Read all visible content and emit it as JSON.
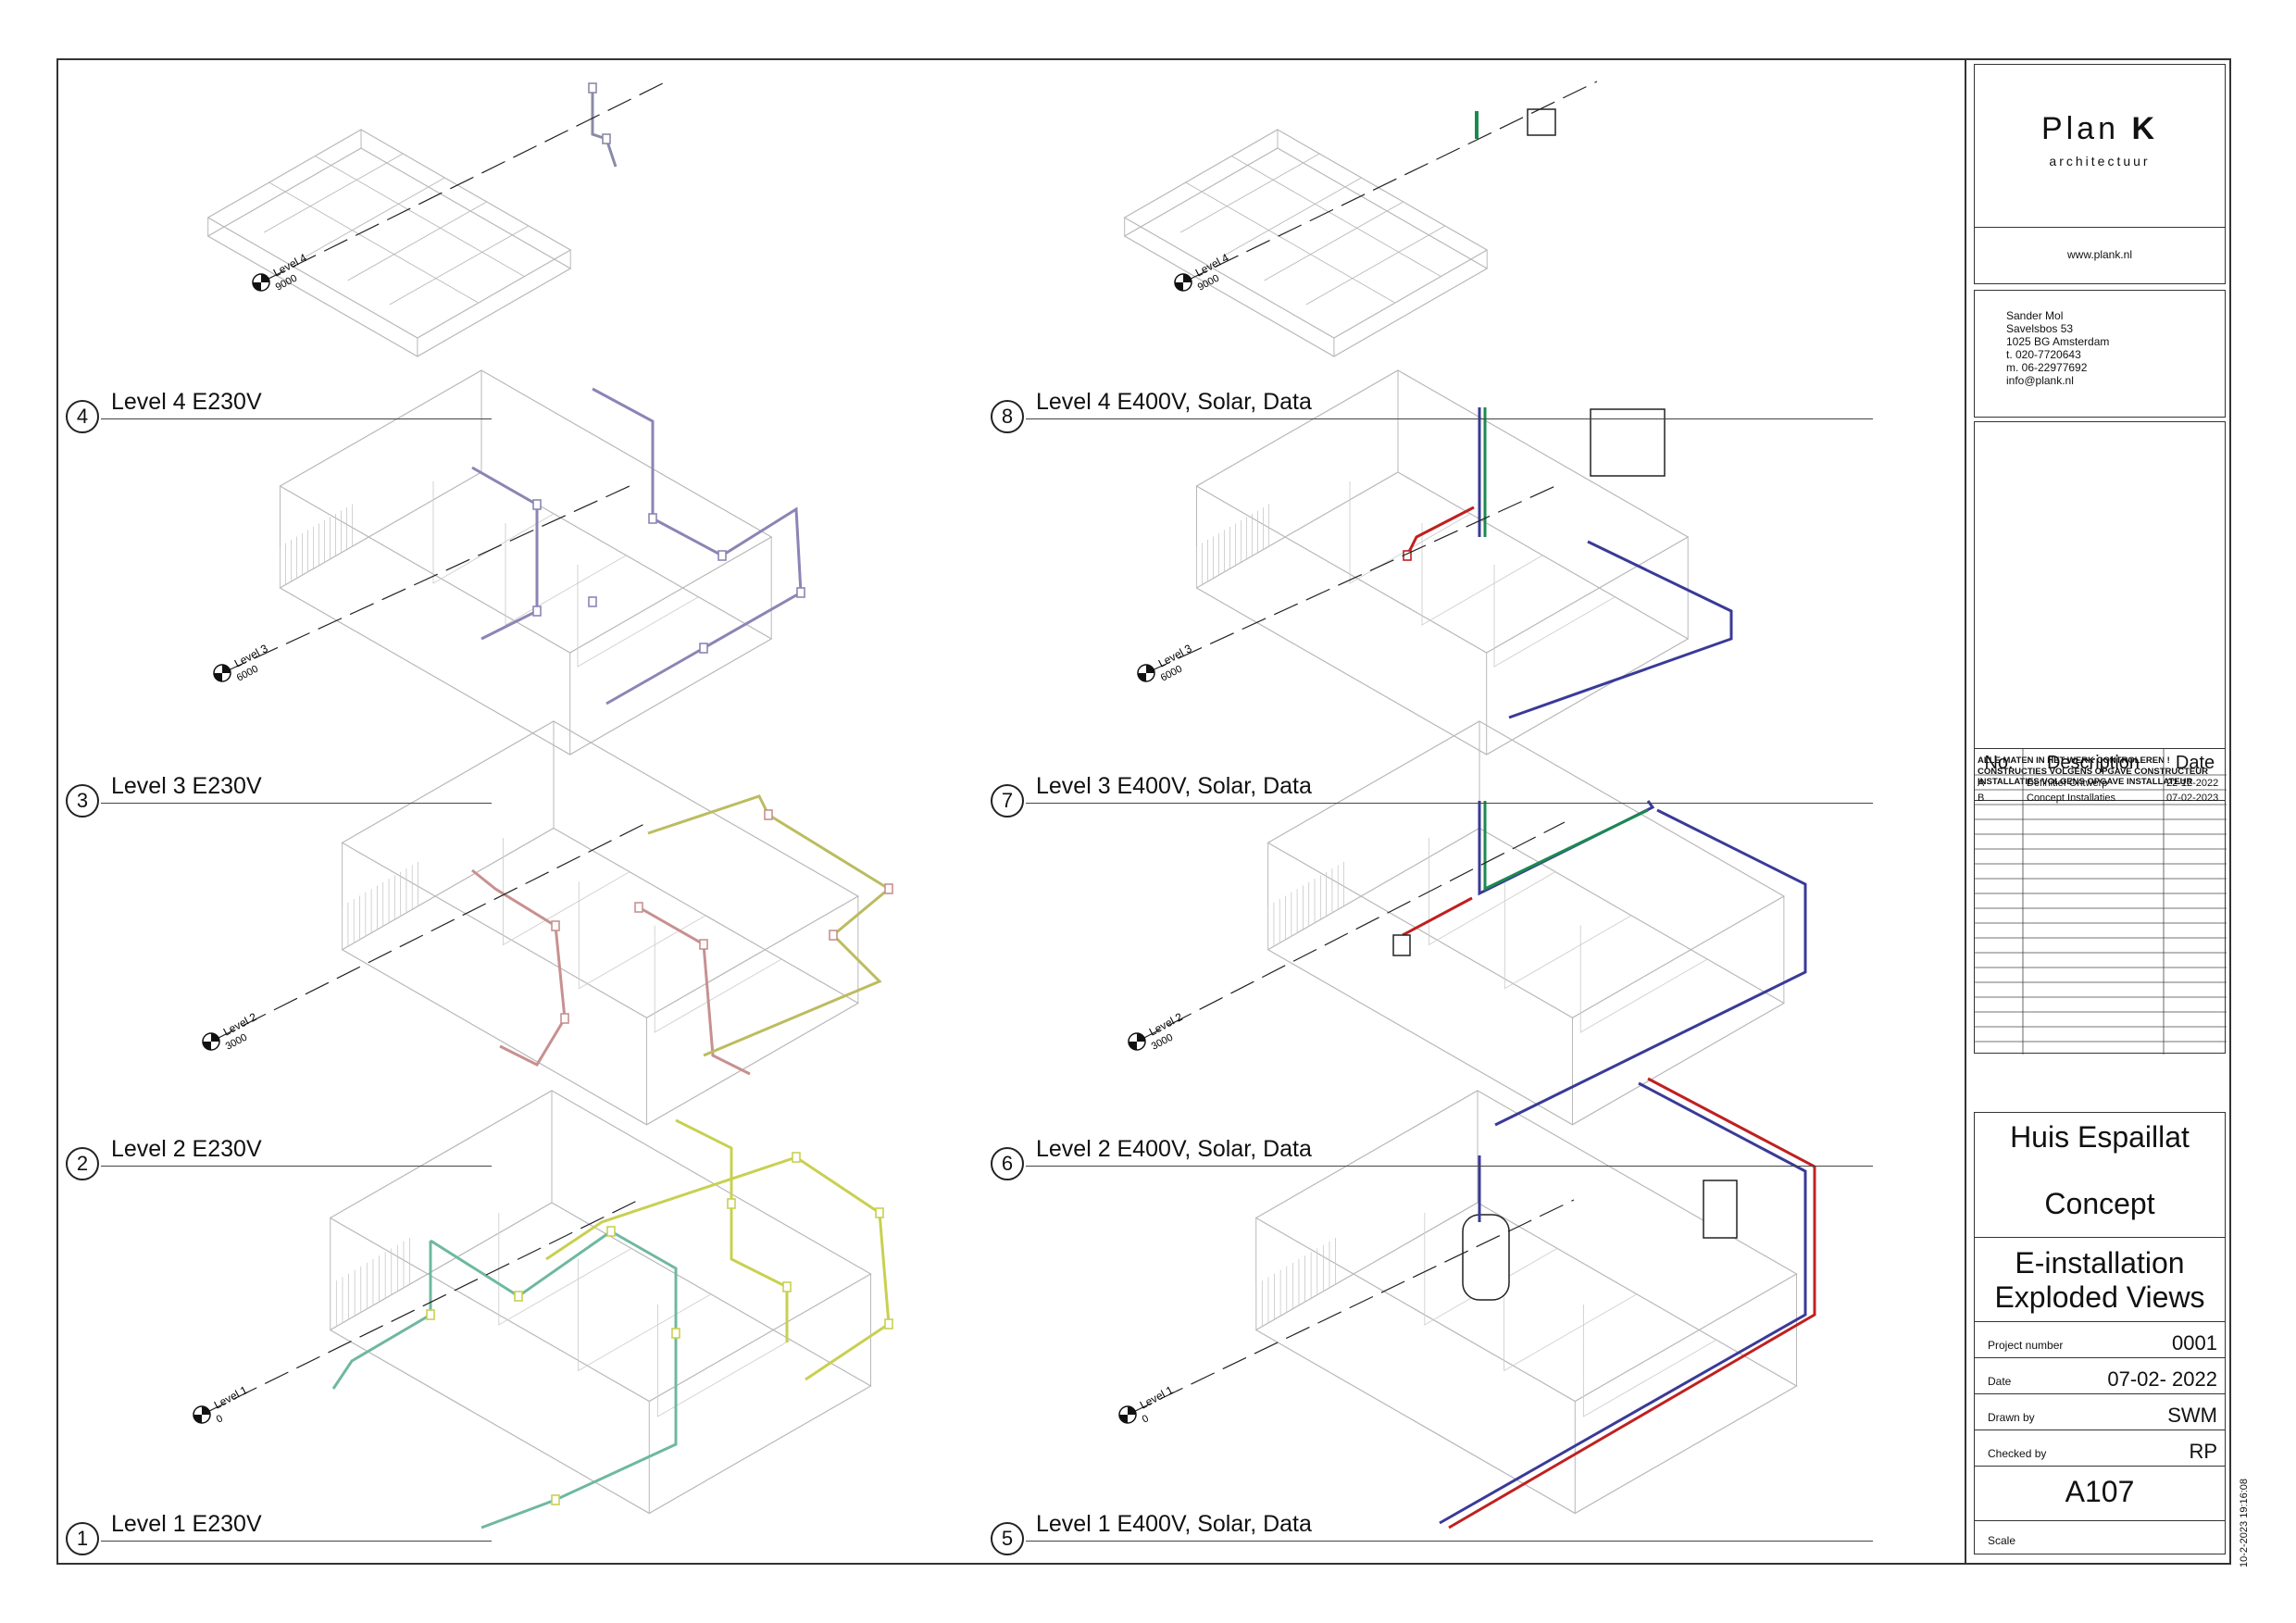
{
  "views": [
    {
      "num": "4",
      "label": "Level 4 E230V"
    },
    {
      "num": "3",
      "label": "Level 3 E230V"
    },
    {
      "num": "2",
      "label": "Level 2 E230V"
    },
    {
      "num": "1",
      "label": "Level 1 E230V"
    },
    {
      "num": "8",
      "label": "Level 4 E400V, Solar, Data"
    },
    {
      "num": "7",
      "label": "Level 3 E400V, Solar, Data"
    },
    {
      "num": "6",
      "label": "Level 2 E400V, Solar, Data"
    },
    {
      "num": "5",
      "label": "Level 1 E400V, Solar, Data"
    }
  ],
  "level_markers": [
    {
      "name": "Level 4",
      "elev": "9000"
    },
    {
      "name": "Level 3",
      "elev": "6000"
    },
    {
      "name": "Level 2",
      "elev": "3000"
    },
    {
      "name": "Level 1",
      "elev": "0"
    }
  ],
  "title_block": {
    "brand_plan": "Plan",
    "brand_k": "K",
    "brand_sub": "architectuur",
    "website": "www.plank.nl",
    "address": [
      "Sander Mol",
      "Savelsbos 53",
      "1025 BG  Amsterdam",
      "t. 020-7720643",
      "m. 06-22977692",
      "info@plank.nl"
    ],
    "notes": [
      "ALLE MATEN IN HET WERK CONTROLEREN !",
      "CONSTRUCTIES VOLGENS OPGAVE CONSTRUCTEUR",
      "INSTALLATIES VOLGENS OPGAVE INSTALLATEUR"
    ],
    "revisions": {
      "headers": [
        "No.",
        "Description",
        "Date"
      ],
      "rows": [
        {
          "no": "A",
          "description": "Definitief Ontwerp",
          "date": "22-12-2022"
        },
        {
          "no": "B",
          "description": "Concept Installaties",
          "date": "07-02-2023"
        }
      ]
    },
    "project_name": "Huis Espaillat",
    "phase": "Concept",
    "drawing_title_1": "E-installation",
    "drawing_title_2": "Exploded Views",
    "fields": {
      "project_number_label": "Project number",
      "project_number": "0001",
      "date_label": "Date",
      "date": "07-02- 2022",
      "drawn_by_label": "Drawn by",
      "drawn_by": "SWM",
      "checked_by_label": "Checked by",
      "checked_by": "RP"
    },
    "sheet_number": "A107",
    "scale_label": "Scale"
  },
  "timestamp": "10-2-2023 19:16:08",
  "colors": {
    "line": "#b8b8b8",
    "frame": "#333333",
    "e230_level4": "#8a8aa8",
    "e230_level3": "#8a85b5",
    "e230_level2_pink": "#c89090",
    "e230_level2_yellow": "#bcbc60",
    "e230_level1_green": "#6fb8a0",
    "e230_level1_yellow": "#c8d050",
    "e400_blue": "#3a3a98",
    "e400_red": "#c02020",
    "e400_green": "#1a8a50"
  }
}
